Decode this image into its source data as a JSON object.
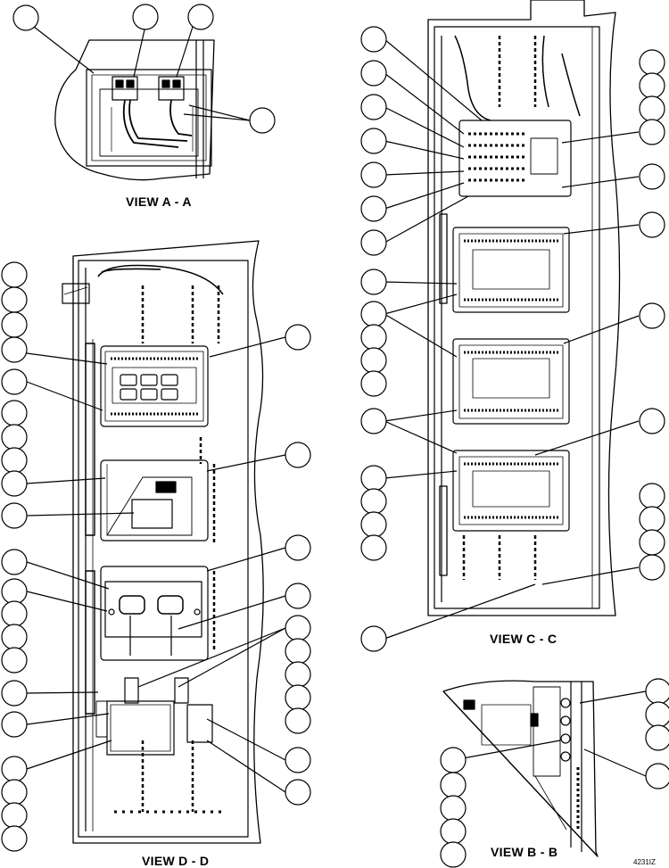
{
  "figure": {
    "figure_number": "4231IZ",
    "views": [
      {
        "id": "view-a-a",
        "title": "VIEW A - A"
      },
      {
        "id": "view-b-b",
        "title": "VIEW B - B"
      },
      {
        "id": "view-c-c",
        "title": "VIEW C - C"
      },
      {
        "id": "view-d-d",
        "title": "VIEW D - D"
      }
    ]
  }
}
